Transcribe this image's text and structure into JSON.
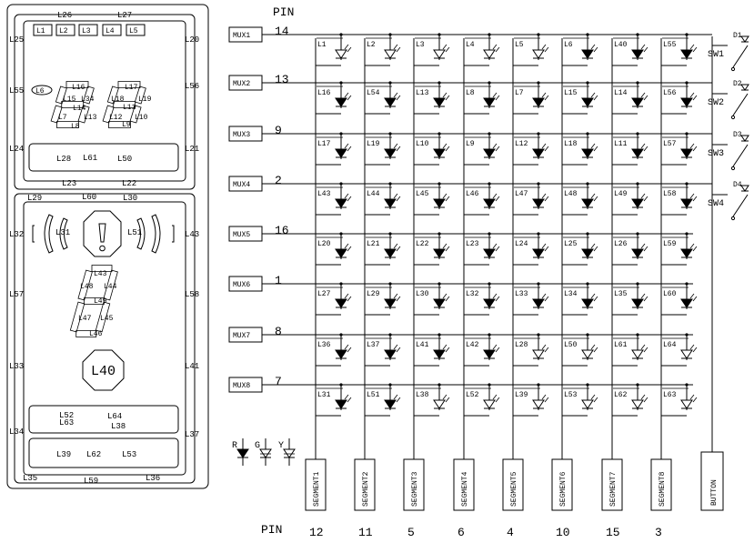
{
  "panel_top": {
    "box_labels": [
      "L1",
      "L2",
      "L3",
      "L4",
      "L5"
    ],
    "border_labels": {
      "top_left": "L26",
      "top_right": "L27",
      "left_top": "L25",
      "right_top": "L20",
      "left_mid": "L55",
      "right_mid": "L56",
      "left_bot": "L24",
      "right_bot": "L21",
      "bottom_left": "L23",
      "bottom_right": "L22"
    },
    "l6": "L6",
    "digit1": [
      "L16",
      "L15",
      "L34",
      "L14",
      "L7",
      "L13",
      "L8"
    ],
    "digit2": [
      "L17",
      "L18",
      "L19",
      "L11",
      "L12",
      "L10",
      "L9"
    ],
    "status_row": [
      "L28",
      "L61",
      "L50"
    ]
  },
  "panel_bottom": {
    "border_labels": {
      "top_left": "L29",
      "top_mid": "L60",
      "top_right": "L30",
      "left_top": "L32",
      "right_top": "L43",
      "left_mid": "L57",
      "right_mid": "L58",
      "left_low": "L33",
      "right_low": "L41",
      "left_bot": "L34",
      "right_bot": "L37",
      "bottom_left": "L35",
      "bottom_mid": "L59",
      "bottom_right": "L36"
    },
    "warn_left": "L31",
    "warn_right": "L51",
    "digit": [
      "L43",
      "L48",
      "L44",
      "L49",
      "L47",
      "L45",
      "L46"
    ],
    "octagon": "L40",
    "box1_line1": [
      "L52",
      "L64"
    ],
    "box1_line2": [
      "L63",
      "L38"
    ],
    "box2": [
      "L39",
      "L62",
      "L53"
    ]
  },
  "matrix": {
    "pin_header": "PIN",
    "rows": [
      {
        "mux": "MUX1",
        "pin": "14",
        "cells": [
          "L1",
          "L2",
          "L3",
          "L4",
          "L5",
          "L6",
          "L40",
          "L55"
        ],
        "filled": [
          0,
          0,
          0,
          0,
          0,
          1,
          1,
          1
        ]
      },
      {
        "mux": "MUX2",
        "pin": "13",
        "cells": [
          "L16",
          "L54",
          "L13",
          "L8",
          "L7",
          "L15",
          "L14",
          "L56"
        ],
        "filled": [
          1,
          1,
          1,
          1,
          1,
          1,
          1,
          1
        ]
      },
      {
        "mux": "MUX3",
        "pin": "9",
        "cells": [
          "L17",
          "L19",
          "L10",
          "L9",
          "L12",
          "L18",
          "L11",
          "L57"
        ],
        "filled": [
          1,
          1,
          1,
          1,
          1,
          1,
          1,
          1
        ]
      },
      {
        "mux": "MUX4",
        "pin": "2",
        "cells": [
          "L43",
          "L44",
          "L45",
          "L46",
          "L47",
          "L48",
          "L49",
          "L58"
        ],
        "filled": [
          1,
          1,
          1,
          1,
          1,
          1,
          1,
          1
        ]
      },
      {
        "mux": "MUX5",
        "pin": "16",
        "cells": [
          "L20",
          "L21",
          "L22",
          "L23",
          "L24",
          "L25",
          "L26",
          "L59"
        ],
        "filled": [
          1,
          1,
          1,
          1,
          1,
          1,
          1,
          1
        ]
      },
      {
        "mux": "MUX6",
        "pin": "1",
        "cells": [
          "L27",
          "L29",
          "L30",
          "L32",
          "L33",
          "L34",
          "L35",
          "L60"
        ],
        "filled": [
          1,
          1,
          1,
          1,
          1,
          1,
          1,
          1
        ]
      },
      {
        "mux": "MUX7",
        "pin": "8",
        "cells": [
          "L36",
          "L37",
          "L41",
          "L42",
          "L28",
          "L50",
          "L61",
          "L64"
        ],
        "filled": [
          1,
          1,
          1,
          1,
          0,
          0,
          0,
          0
        ]
      },
      {
        "mux": "MUX8",
        "pin": "7",
        "cells": [
          "L31",
          "L51",
          "L38",
          "L52",
          "L39",
          "L53",
          "L62",
          "L63"
        ],
        "filled": [
          1,
          1,
          0,
          0,
          0,
          0,
          0,
          0
        ]
      }
    ],
    "segments": [
      "SEGMENT1",
      "SEGMENT2",
      "SEGMENT3",
      "SEGMENT4",
      "SEGMENT5",
      "SEGMENT6",
      "SEGMENT7",
      "SEGMENT8"
    ],
    "segment_pins": [
      "12",
      "11",
      "5",
      "6",
      "4",
      "10",
      "15",
      "3"
    ],
    "button": "BUTTON",
    "pin_footer": "PIN",
    "switches": [
      {
        "sw": "SW1",
        "d": "D1"
      },
      {
        "sw": "SW2",
        "d": "D2"
      },
      {
        "sw": "SW3",
        "d": "D3"
      },
      {
        "sw": "SW4",
        "d": "D4"
      }
    ],
    "legend": [
      "R",
      "G",
      "Y"
    ]
  }
}
